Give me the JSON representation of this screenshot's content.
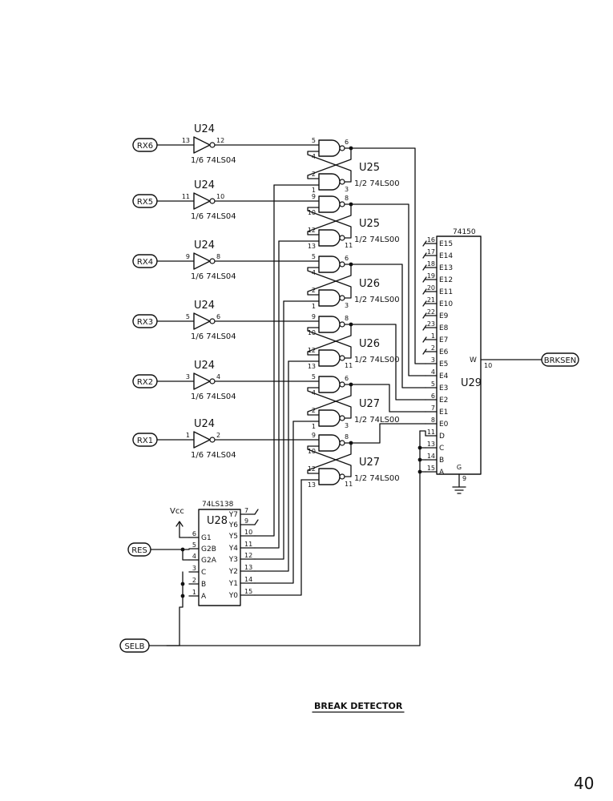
{
  "inputs": {
    "rx6": "RX6",
    "rx5": "RX5",
    "rx4": "RX4",
    "rx3": "RX3",
    "rx2": "RX2",
    "rx1": "RX1",
    "res": "RES",
    "selb": "SELB"
  },
  "output": {
    "brksen": "BRKSEN"
  },
  "vcc": "Vcc",
  "inverter": {
    "ref": "U24",
    "part": "1/6 74LS04"
  },
  "inverter_pins": [
    {
      "in": "13",
      "out": "12"
    },
    {
      "in": "11",
      "out": "10"
    },
    {
      "in": "9",
      "out": "8"
    },
    {
      "in": "5",
      "out": "6"
    },
    {
      "in": "3",
      "out": "4"
    },
    {
      "in": "1",
      "out": "2"
    }
  ],
  "nand_part": "1/2 74LS00",
  "latches": [
    {
      "ref": "U25",
      "top": {
        "a": "5",
        "b": "4",
        "out": "6"
      },
      "bot": {
        "a": "2",
        "b": "1",
        "out": "3"
      }
    },
    {
      "ref": "U25",
      "top": {
        "a": "9",
        "b": "10",
        "out": "8"
      },
      "bot": {
        "a": "12",
        "b": "13",
        "out": "11"
      }
    },
    {
      "ref": "U26",
      "top": {
        "a": "5",
        "b": "4",
        "out": "6"
      },
      "bot": {
        "a": "2",
        "b": "1",
        "out": "3"
      }
    },
    {
      "ref": "U26",
      "top": {
        "a": "9",
        "b": "10",
        "out": "8"
      },
      "bot": {
        "a": "12",
        "b": "13",
        "out": "11"
      }
    },
    {
      "ref": "U27",
      "top": {
        "a": "5",
        "b": "4",
        "out": "6"
      },
      "bot": {
        "a": "2",
        "b": "1",
        "out": "3"
      }
    },
    {
      "ref": "U27",
      "top": {
        "a": "9",
        "b": "10",
        "out": "8"
      },
      "bot": {
        "a": "12",
        "b": "13",
        "out": "11"
      }
    }
  ],
  "u28": {
    "part": "74LS138",
    "ref": "U28",
    "left": [
      {
        "pin": "6",
        "name": "G1"
      },
      {
        "pin": "5",
        "name": "G2B"
      },
      {
        "pin": "4",
        "name": "G2A"
      },
      {
        "pin": "3",
        "name": "C"
      },
      {
        "pin": "2",
        "name": "B"
      },
      {
        "pin": "1",
        "name": "A"
      }
    ],
    "right": [
      {
        "pin": "7",
        "name": "Y7"
      },
      {
        "pin": "9",
        "name": "Y6"
      },
      {
        "pin": "10",
        "name": "Y5"
      },
      {
        "pin": "11",
        "name": "Y4"
      },
      {
        "pin": "12",
        "name": "Y3"
      },
      {
        "pin": "13",
        "name": "Y2"
      },
      {
        "pin": "14",
        "name": "Y1"
      },
      {
        "pin": "15",
        "name": "Y0"
      }
    ]
  },
  "u29": {
    "part": "74150",
    "ref": "U29",
    "out_name": "W",
    "out_pin": "10",
    "gnd_name": "G",
    "gnd_pin": "9",
    "left": [
      {
        "pin": "16",
        "name": "E15"
      },
      {
        "pin": "17",
        "name": "E14"
      },
      {
        "pin": "18",
        "name": "E13"
      },
      {
        "pin": "19",
        "name": "E12"
      },
      {
        "pin": "20",
        "name": "E11"
      },
      {
        "pin": "21",
        "name": "E10"
      },
      {
        "pin": "22",
        "name": "E9"
      },
      {
        "pin": "23",
        "name": "E8"
      },
      {
        "pin": "1",
        "name": "E7"
      },
      {
        "pin": "2",
        "name": "E6"
      },
      {
        "pin": "3",
        "name": "E5"
      },
      {
        "pin": "4",
        "name": "E4"
      },
      {
        "pin": "5",
        "name": "E3"
      },
      {
        "pin": "6",
        "name": "E2"
      },
      {
        "pin": "7",
        "name": "E1"
      },
      {
        "pin": "8",
        "name": "E0"
      },
      {
        "pin": "11",
        "name": "D"
      },
      {
        "pin": "13",
        "name": "C"
      },
      {
        "pin": "14",
        "name": "B"
      },
      {
        "pin": "15",
        "name": "A"
      }
    ]
  },
  "caption": "BREAK DETECTOR",
  "page_number": "40"
}
